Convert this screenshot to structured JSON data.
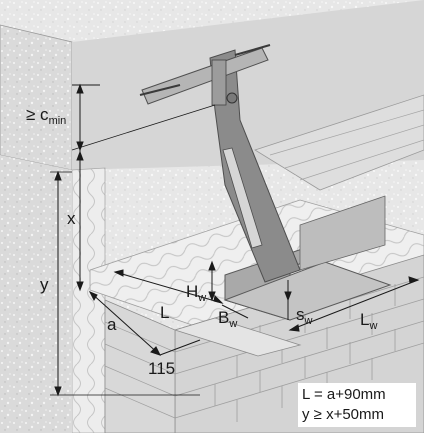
{
  "labels": {
    "c_min_prefix": "≥ c",
    "c_min_sub": "min",
    "x": "x",
    "y": "y",
    "a": "a",
    "L": "L",
    "dim_115": "115",
    "H_main": "H",
    "H_sub": "w",
    "B_main": "B",
    "B_sub": "w",
    "s_main": "s",
    "s_sub": "w",
    "Lw_main": "L",
    "Lw_sub": "w"
  },
  "formulas": {
    "line1": "L = a+90mm",
    "line2": "y ≥ x+50mm"
  },
  "colors": {
    "concrete": "#dcdcdc",
    "insulation": "#eeeeee",
    "brick": "#d2d2d2",
    "steel": "#8e8e8e"
  }
}
